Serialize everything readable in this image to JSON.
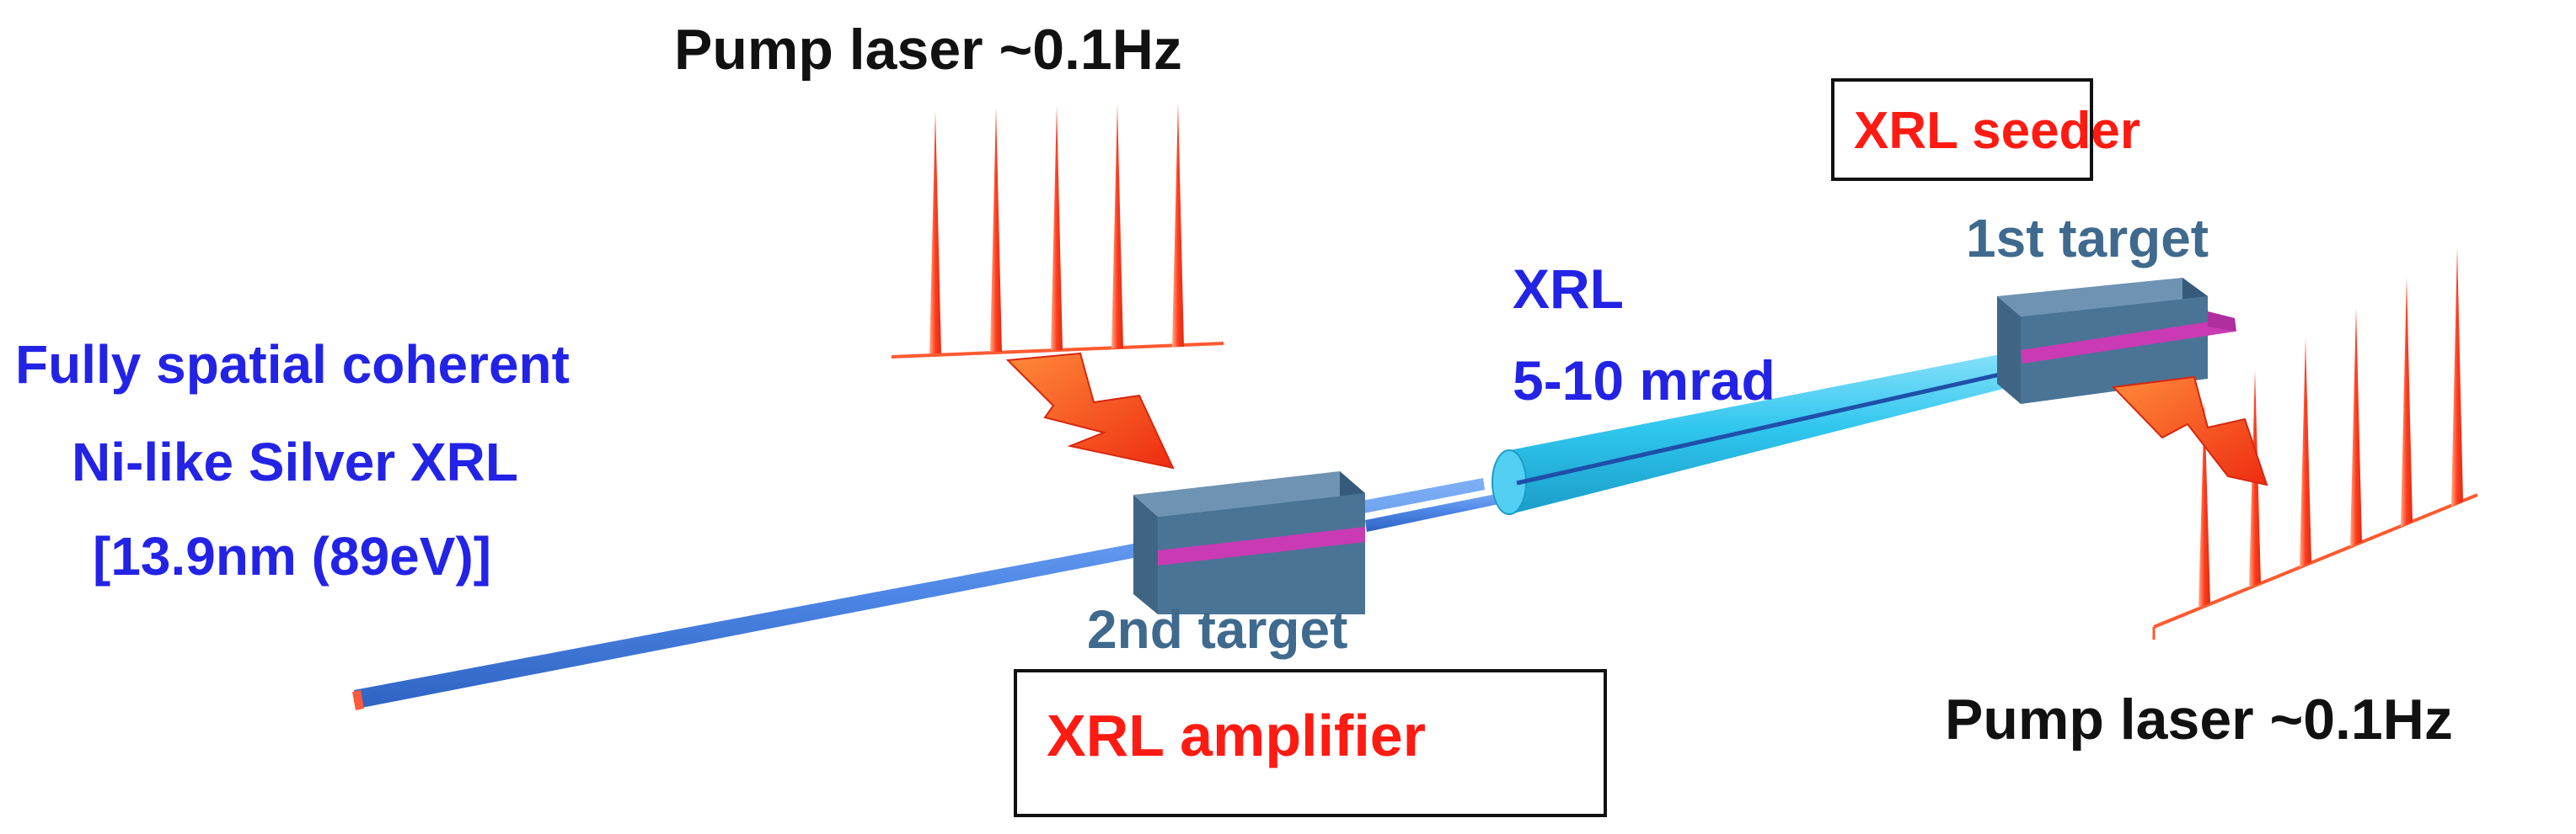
{
  "labels": {
    "pump_laser_top": "Pump laser ~0.1Hz",
    "pump_laser_bottom": "Pump laser ~0.1Hz",
    "source_line1": "Fully spatial coherent",
    "source_line2": "Ni-like Silver XRL",
    "source_line3": "[13.9nm (89eV)]",
    "xrl": "XRL",
    "divergence": "5-10 mrad",
    "first_target": "1st target",
    "second_target": "2nd target",
    "seeder": "XRL seeder",
    "amplifier": "XRL amplifier"
  },
  "colors": {
    "pump_pulse": "#ff3c1e",
    "pump_arrow": "#ff4a1a",
    "beam": "#4d86e6",
    "seeded_beam": "#29c4ee",
    "target": "#4a7496",
    "target_groove": "#c93ab4",
    "label_red": "#ff1a12",
    "label_blue": "#2323e6",
    "label_slate": "#3f6a8e"
  },
  "icons": {
    "pump_pulse_train_top": "pulse-train",
    "pump_pulse_train_bottom": "pulse-train",
    "pump_arrow": "lightning-arrow"
  }
}
